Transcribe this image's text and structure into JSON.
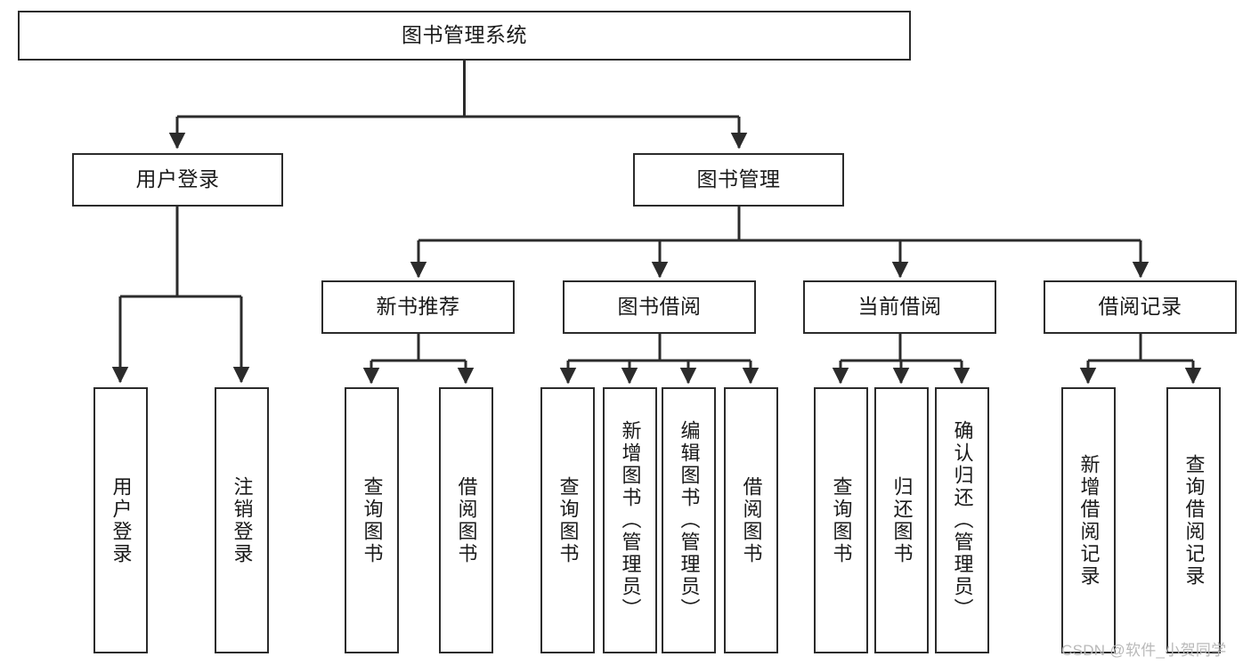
{
  "diagram": {
    "type": "hierarchy-tree",
    "title": "图书管理系统",
    "watermark": "CSDN @软件_小贺同学",
    "colors": {
      "stroke": "#2b2b2b",
      "fill": "#ffffff",
      "text": "#1a1a1a",
      "watermark": "#b9b9b9"
    },
    "nodes": {
      "root": {
        "label": "图书管理系统"
      },
      "level2": [
        {
          "label": "用户登录"
        },
        {
          "label": "图书管理"
        }
      ],
      "level3": [
        {
          "label": "新书推荐"
        },
        {
          "label": "图书借阅"
        },
        {
          "label": "当前借阅"
        },
        {
          "label": "借阅记录"
        }
      ],
      "leaves": {
        "user_login": [
          {
            "label": "用户登录"
          },
          {
            "label": "注销登录"
          }
        ],
        "new_book_recommend": [
          {
            "label": "查询图书"
          },
          {
            "label": "借阅图书"
          }
        ],
        "book_borrow": [
          {
            "label": "查询图书"
          },
          {
            "label": "新增图书（管理员）"
          },
          {
            "label": "编辑图书（管理员）"
          },
          {
            "label": "借阅图书"
          }
        ],
        "current_borrow": [
          {
            "label": "查询图书"
          },
          {
            "label": "归还图书"
          },
          {
            "label": "确认归还（管理员）"
          }
        ],
        "borrow_record": [
          {
            "label": "新增借阅记录"
          },
          {
            "label": "查询借阅记录"
          }
        ]
      }
    }
  }
}
